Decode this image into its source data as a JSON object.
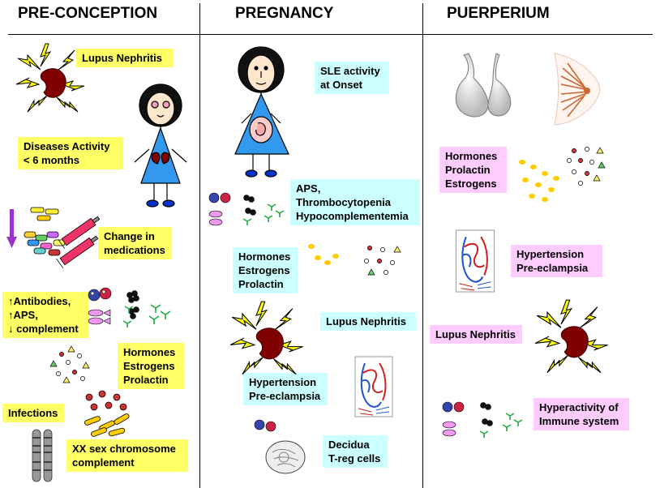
{
  "columns": [
    {
      "title": "PRE-CONCEPTION"
    },
    {
      "title": "PREGNANCY"
    },
    {
      "title": "PUERPERIUM"
    }
  ],
  "colors": {
    "yellow_box": "#ffff66",
    "cyan_box": "#ccffff",
    "pink_box": "#ffccff"
  },
  "preconception": {
    "lupus_nephritis": "Lupus Nephritis",
    "disease_activity": [
      "Diseases Activity",
      "< 6 months"
    ],
    "change_medications": [
      "Change in",
      "medications"
    ],
    "antibodies": [
      "↑Antibodies,",
      "↑APS,",
      "↓ complement"
    ],
    "hormones": [
      "Hormones",
      "Estrogens",
      "Prolactin"
    ],
    "infections": "Infections",
    "xx_chromosome": [
      "XX sex chromosome",
      "complement"
    ]
  },
  "pregnancy": {
    "sle_activity": [
      "SLE activity",
      "at Onset"
    ],
    "aps": [
      "APS,",
      "Thrombocytopenia",
      "Hypocomplementemia"
    ],
    "hormones": [
      "Hormones",
      "Estrogens",
      "Prolactin"
    ],
    "lupus_nephritis": "Lupus Nephritis",
    "hypertension": [
      "Hypertension",
      "Pre-eclampsia"
    ],
    "decidua": [
      "Decidua",
      "T-reg cells"
    ]
  },
  "puerperium": {
    "hormones": [
      "Hormones",
      "Prolactin",
      "Estrogens"
    ],
    "hypertension": [
      "Hypertension",
      "Pre-eclampsia"
    ],
    "lupus_nephritis": "Lupus Nephritis",
    "hyperactivity": [
      "Hyperactivity of",
      "Immune system"
    ]
  }
}
